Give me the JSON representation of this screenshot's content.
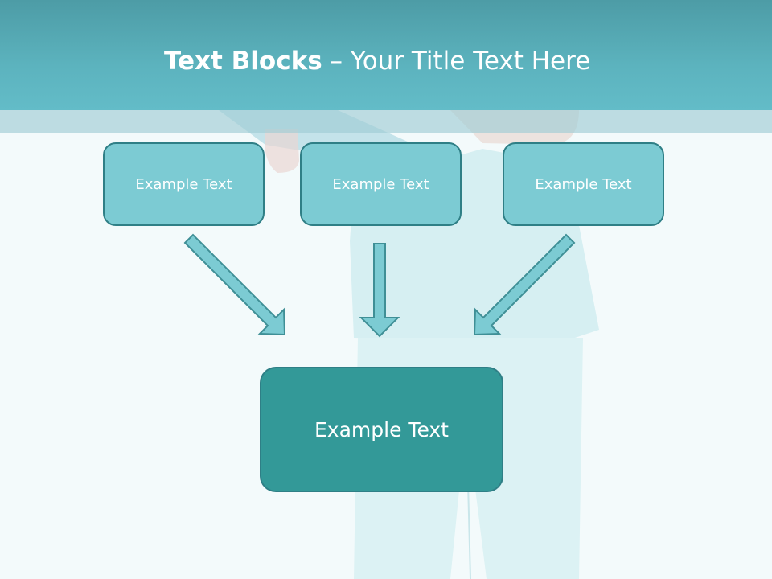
{
  "title": {
    "bold": "Text Blocks",
    "dash": " – ",
    "rest": "Your Title Text Here"
  },
  "boxes": [
    {
      "label": "Example Text"
    },
    {
      "label": "Example Text"
    },
    {
      "label": "Example Text"
    }
  ],
  "main_box": {
    "label": "Example Text"
  },
  "colors": {
    "header": "#5cb3be",
    "box_fill": "#7ccbd3",
    "box_border": "#2f7f86",
    "main_box_fill": "#339998",
    "arrow_fill": "#7ccbd3"
  }
}
